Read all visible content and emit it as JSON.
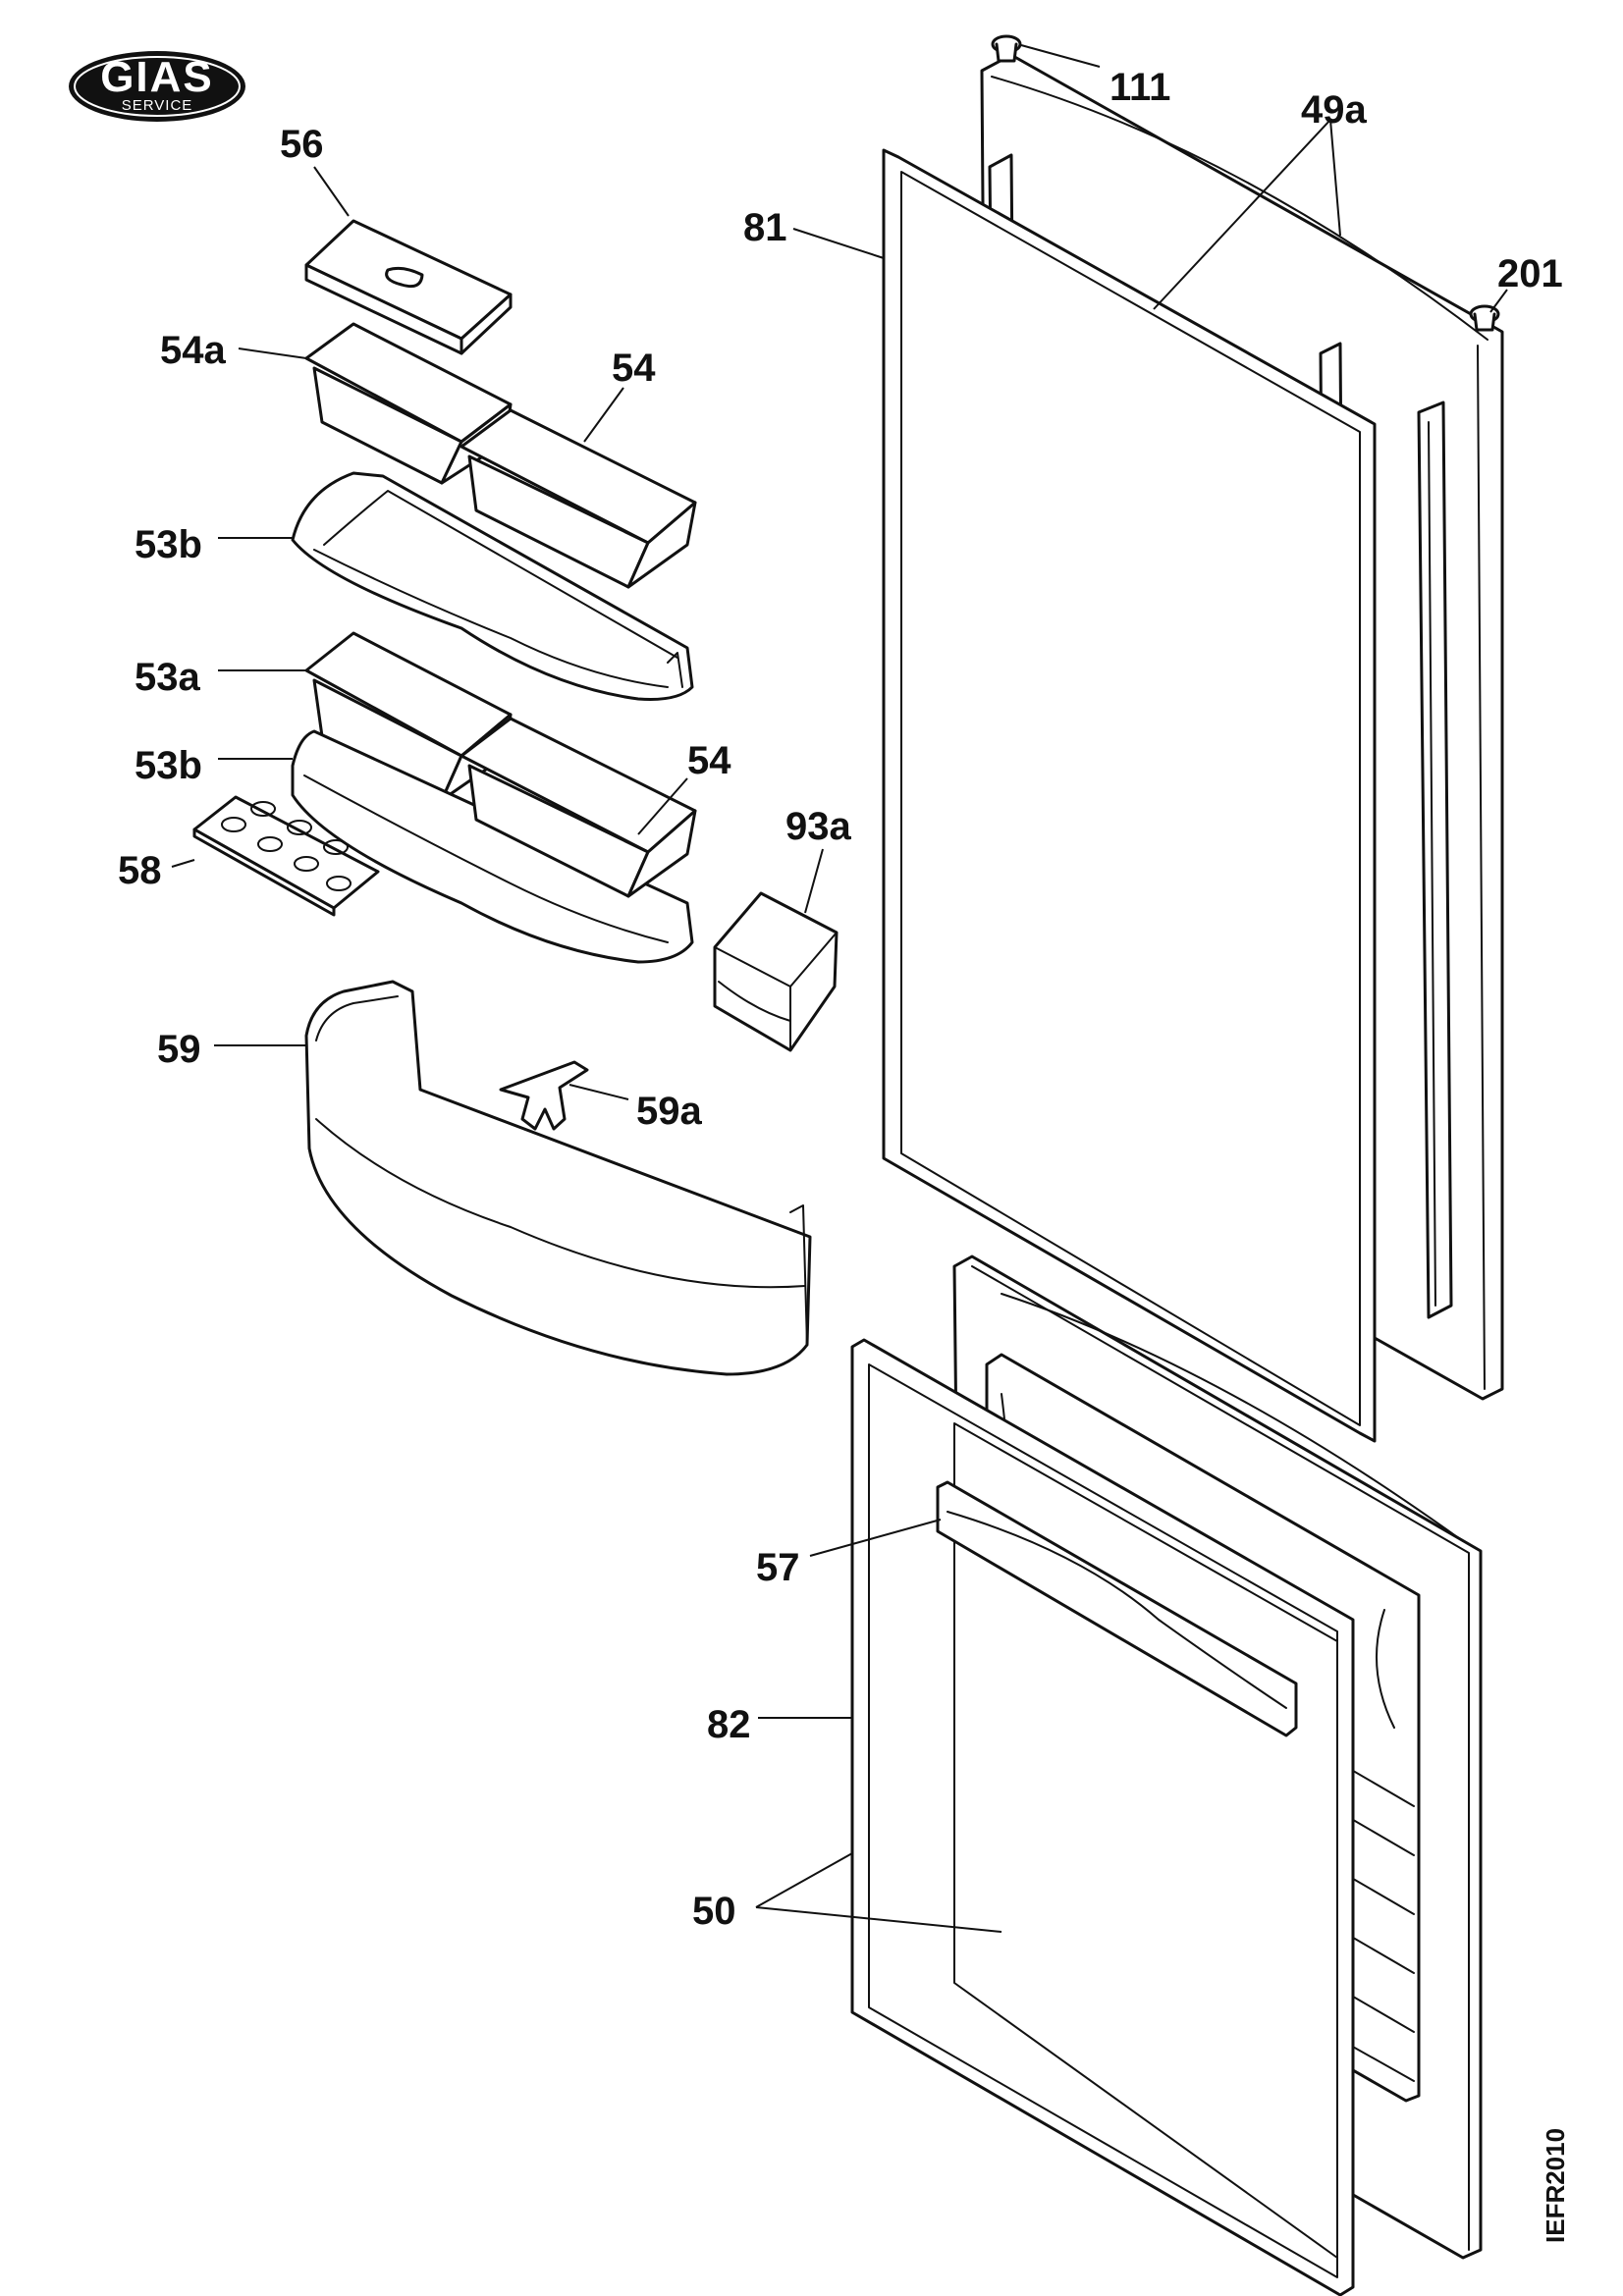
{
  "logo": {
    "brand": "GIAS",
    "sub": "SERVICE"
  },
  "drawing_code": "IEFR2010",
  "labels": {
    "p56": "56",
    "p54a": "54a",
    "p54_top": "54",
    "p53b_top": "53b",
    "p53a": "53a",
    "p53b_bottom": "53b",
    "p54_bottom": "54",
    "p58": "58",
    "p93a": "93a",
    "p59": "59",
    "p59a": "59a",
    "p81": "81",
    "p111": "111",
    "p49a": "49a",
    "p201": "201",
    "p57": "57",
    "p82": "82",
    "p50": "50"
  }
}
